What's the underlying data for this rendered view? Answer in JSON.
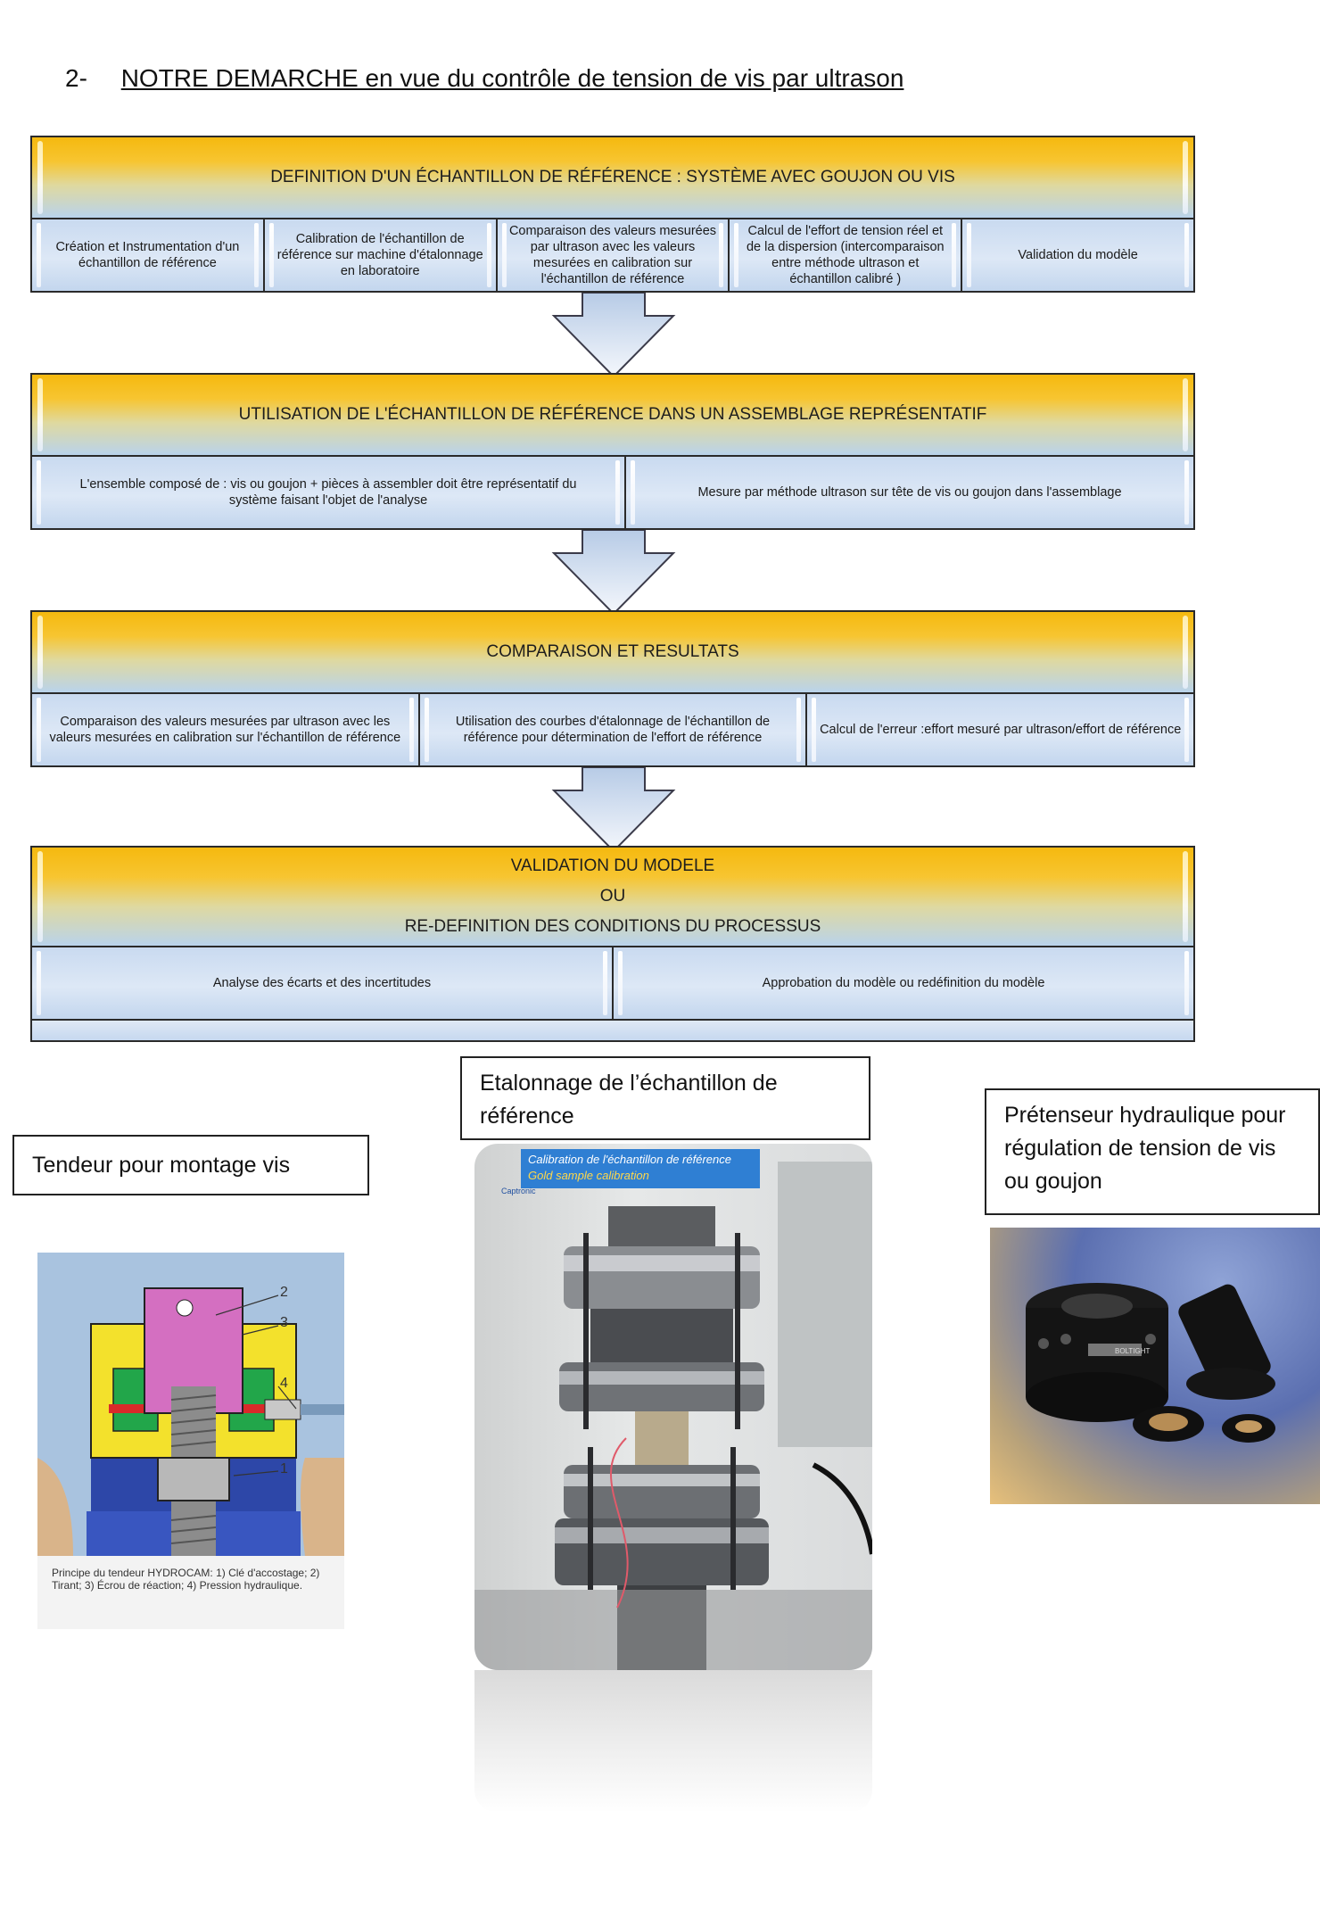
{
  "section": {
    "number": "2-",
    "title": "NOTRE DEMARCHE en vue du contrôle de tension de vis par ultrason"
  },
  "stages": [
    {
      "title": "DEFINITION D'UN ÉCHANTILLON DE RÉFÉRENCE : SYSTÈME AVEC GOUJON OU VIS",
      "cells": [
        "Création et Instrumentation d'un échantillon de référence",
        "Calibration de l'échantillon de référence sur machine d'étalonnage en laboratoire",
        "Comparaison  des valeurs mesurées par ultrason avec les valeurs mesurées en calibration sur l'échantillon de référence",
        "Calcul de l'effort de tension réel et de la dispersion (intercomparaison entre méthode ultrason et échantillon calibré )",
        "Validation du modèle"
      ]
    },
    {
      "title": "UTILISATION DE L'ÉCHANTILLON DE RÉFÉRENCE DANS UN ASSEMBLAGE REPRÉSENTATIF",
      "cells": [
        "L'ensemble composé de : vis ou goujon + pièces à assembler doit être représentatif du système  faisant l'objet de l'analyse",
        "Mesure par méthode ultrason sur tête de vis ou goujon dans l'assemblage"
      ]
    },
    {
      "title": "COMPARAISON  ET RESULTATS",
      "cells": [
        "Comparaison  des valeurs mesurées par ultrason avec les valeurs mesurées en calibration sur l'échantillon de référence",
        "Utilisation des courbes d'étalonnage de l'échantillon de référence pour détermination de l'effort de référence",
        "Calcul de l'erreur :effort mesuré par ultrason/effort de référence"
      ]
    },
    {
      "title_lines": [
        "VALIDATION DU MODELE",
        "OU",
        "RE-DEFINITION  DES CONDITIONS DU PROCESSUS"
      ],
      "cells": [
        "Analyse des écarts et des incertitudes",
        "Approbation du modèle ou redéfinition du modèle"
      ]
    }
  ],
  "figures": {
    "tendeur": {
      "caption": "Tendeur pour montage vis",
      "callouts": [
        "2",
        "3",
        "4",
        "1"
      ],
      "image_caption": "Principe du tendeur HYDROCAM: 1) Clé d'accostage;  2) Tirant; 3) Écrou de réaction; 4) Pression hydraulique."
    },
    "etalonnage": {
      "caption": "Etalonnage de l’échantillon de référence",
      "banner_line1": "Calibration de l'échantillon de référence",
      "banner_line2": "Gold sample calibration",
      "logo": "Captronic"
    },
    "pretenseur": {
      "caption": "Prétenseur hydraulique pour régulation de tension de vis ou goujon",
      "brand_text": "BOLTIGHT"
    }
  }
}
